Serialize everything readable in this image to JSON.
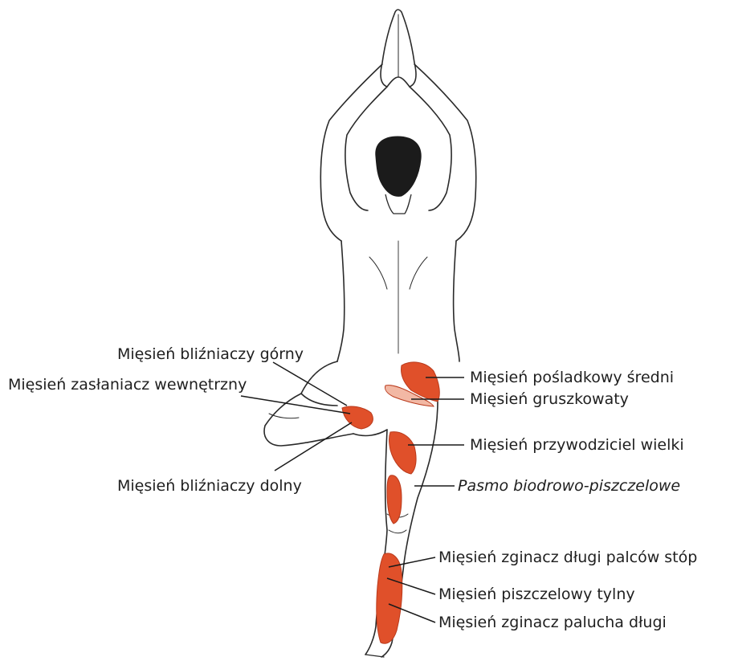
{
  "colors": {
    "muscle": "#e0502a",
    "muscle_dark": "#b93a1c",
    "outline": "#2a2a2a",
    "hair": "#1b1b1b",
    "leader": "#1a1a1a"
  },
  "labels": {
    "gemellus_superior": "Mięsień bliźniaczy górny",
    "obturator_internus": "Mięsień zasłaniacz wewnętrzny",
    "gemellus_inferior": "Mięsień bliźniaczy dolny",
    "gluteus_medius": "Mięsień pośladkowy średni",
    "piriformis": "Mięsień gruszkowaty",
    "adductor_magnus": "Mięsień przywodziciel wielki",
    "it_band": "Pasmo biodrowo-piszczelowe",
    "flexor_digitorum_longus": "Mięsień zginacz długi palców stóp",
    "tibialis_posterior": "Mięsień piszczelowy tylny",
    "flexor_hallucis_longus": "Mięsień zginacz palucha długi"
  }
}
